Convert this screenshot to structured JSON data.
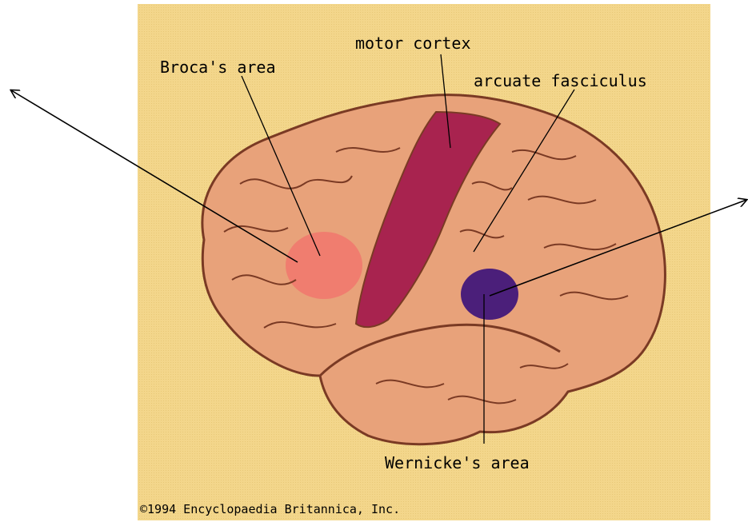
{
  "labels": {
    "broca": "Broca's area",
    "motor": "motor cortex",
    "arcuate": "arcuate fasciculus",
    "wernicke": "Wernicke's area"
  },
  "copyright": "©1994 Encyclopaedia Britannica, Inc.",
  "colors": {
    "background_panel": "#F3D68B",
    "brain": "#E8A27A",
    "brain_outline": "#7A3A24",
    "motor_cortex": "#A8234F",
    "broca_area": "#F07A6E",
    "wernicke_area": "#4B1F7A",
    "arrow": "#000000"
  }
}
